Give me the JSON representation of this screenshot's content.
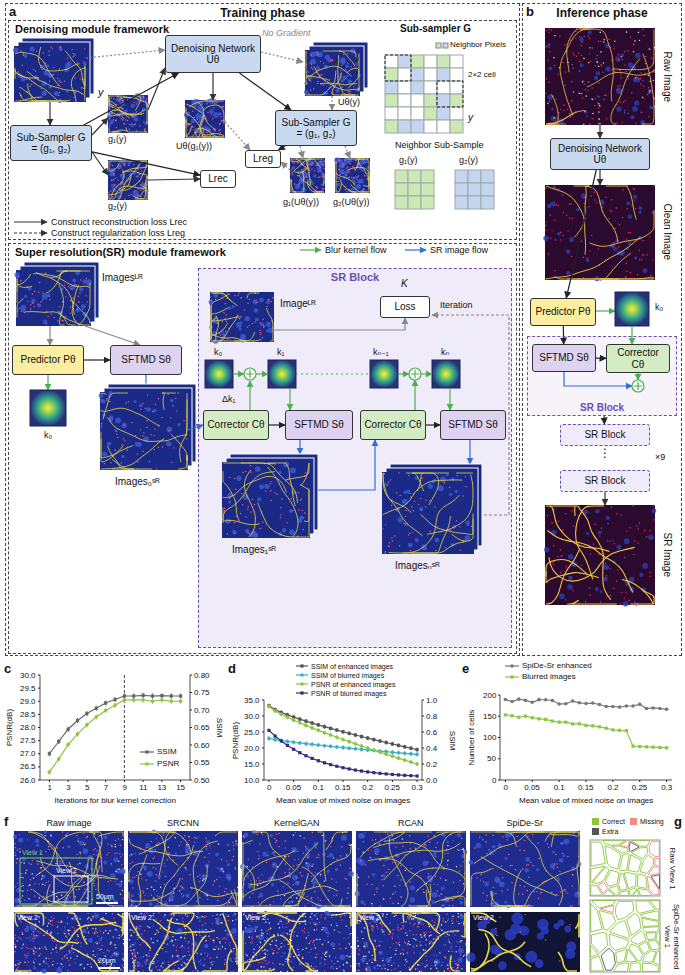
{
  "diagram": {
    "nodes": [
      {
        "text": [
          "Training phase"
        ]
      },
      {
        "text": [
          "Denoising module framework"
        ],
        "in": 0
      },
      {
        "text": [
          "Denoising Network Uθ"
        ],
        "in": 1
      },
      {
        "text": [
          "Sub-Sampler G = (g₁, g₂)"
        ],
        "in": 1
      },
      {
        "text": [
          "Sub-Sampler G = (g₁, g₂)"
        ],
        "in": 1
      },
      {
        "text": [
          "Lrec"
        ],
        "in": 1
      },
      {
        "text": [
          "Lreg"
        ],
        "in": 1
      },
      {
        "text": [
          "Super resolution(SR) module framework"
        ],
        "in": 0
      },
      {
        "text": [
          "Predictor Pθ"
        ],
        "in": 7
      },
      {
        "text": [
          "SFTMD Sθ"
        ],
        "in": 7
      },
      {
        "text": [
          "SR Block"
        ],
        "in": 7
      },
      {
        "text": [
          "Loss"
        ],
        "in": 10
      },
      {
        "text": [
          "Corrector Cθ"
        ],
        "in": 10
      },
      {
        "text": [
          "SFTMD Sθ"
        ],
        "in": 10
      },
      {
        "text": [
          "Corrector Cθ"
        ],
        "in": 10
      },
      {
        "text": [
          "SFTMD Sθ"
        ],
        "in": 10
      },
      {
        "text": [
          "Inference phase"
        ]
      },
      {
        "text": [
          "Denoising Network Uθ"
        ],
        "in": 16
      },
      {
        "text": [
          "Predictor Pθ"
        ],
        "in": 16
      },
      {
        "text": [
          "SR Block"
        ],
        "in": 16
      },
      {
        "text": [
          "SFTMD Sθ"
        ],
        "in": 19
      },
      {
        "text": [
          "Corrector Cθ"
        ],
        "in": 19
      },
      {
        "text": [
          "SR Block"
        ],
        "in": 16
      },
      {
        "text": [
          "SR Block"
        ],
        "in": 16
      }
    ],
    "edges": [
      {
        "from": 3,
        "to": 2,
        "arrow": "to"
      },
      {
        "from": 2,
        "to": 4,
        "arrow": "to"
      },
      {
        "from": 3,
        "to": 5,
        "arrow": "to"
      },
      {
        "from": 4,
        "to": 6,
        "arrow": "to"
      },
      {
        "from": 8,
        "to": 9,
        "arrow": "to"
      },
      {
        "from": 12,
        "to": 13,
        "arrow": "to"
      },
      {
        "from": 14,
        "to": 15,
        "arrow": "to"
      },
      {
        "from": 17,
        "to": 18,
        "arrow": "to"
      },
      {
        "from": 18,
        "to": 20,
        "arrow": "to"
      },
      {
        "from": 20,
        "to": 21,
        "arrow": "to"
      },
      {
        "from": 19,
        "to": 22,
        "arrow": "to"
      }
    ],
    "labels": [
      "a",
      "No Gradient",
      "y",
      "g₁(y)",
      "g₂(y)",
      "Uθ(g₁(y))",
      "Uθ(y)",
      "g₁(Uθ(y))",
      "g₂(Uθ(y))",
      "Sub-sampler G",
      "Neighbor Pixels",
      "2×2 cell",
      "y",
      "Neighbor Sub-Sample",
      "g₁(y)",
      "g₂(y)",
      "Imagesᴸᴿ",
      "k₀",
      "Images₀ˢᴿ",
      "Imageᴸᴿ",
      "K",
      "Iteration",
      "k₀",
      "k₁",
      "Δk₁",
      "kₙ₋₁",
      "kₙ",
      "Images₁ˢᴿ",
      "Imagesₙˢᴿ",
      "b",
      "Raw Image",
      "Clean Image",
      "k₀",
      "⋮",
      "×9",
      "SR Image",
      "c",
      "26.0",
      "26.5",
      "27.0",
      "27.5",
      "28.0",
      "28.5",
      "29.0",
      "29.5",
      "30.0",
      "0.50",
      "0.55",
      "0.60",
      "0.65",
      "0.70",
      "0.75",
      "0.80",
      "1",
      "3",
      "5",
      "7",
      "9",
      "11",
      "13",
      "15",
      "PSNR(dB)",
      "SSIM",
      "Iterations for blur kernel correction",
      "d",
      "10.0",
      "15.0",
      "20.0",
      "25.0",
      "30.0",
      "35.0",
      "0.0",
      "0.2",
      "0.4",
      "0.6",
      "0.8",
      "1.0",
      "0",
      "0.05",
      "0.1",
      "0.15",
      "0.2",
      "0.25",
      "0.3",
      "PSNR(dB)",
      "SSIM",
      "Mean value of mixed noise on images",
      "e",
      "0",
      "50",
      "100",
      "150",
      "200",
      "0",
      "0.05",
      "0.1",
      "0.15",
      "0.2",
      "0.25",
      "0.3",
      "Number of cells",
      "Mean value of mixed noise on images",
      "f",
      "Raw image",
      "SRCNN",
      "KernelGAN",
      "RCAN",
      "SpiDe-Sr",
      "View 1",
      "View 2",
      "50μm",
      "View 2",
      "View 2",
      "View 2",
      "View 2",
      "View 2",
      "20μm",
      "g",
      "Raw View 1",
      "SpiDe-Sr enhanced View 1"
    ],
    "legend": [
      {
        "text": "Construct reconstruction loss Lrec"
      },
      {
        "text": "Construct regularization loss Lreg"
      },
      {
        "text": "Blur kernel flow"
      },
      {
        "text": "SR image flow"
      },
      {
        "text": "SSIM"
      },
      {
        "text": "PSNR"
      },
      {
        "text": "SSIM of enhanced images"
      },
      {
        "text": "SSIM of blurred images"
      },
      {
        "text": "PSNR of enhanced images"
      },
      {
        "text": "PSNR of blurred images"
      },
      {
        "text": "SpiDe-Sr enhanced"
      },
      {
        "text": "Blurred images"
      },
      {
        "text": "Correct",
        "color": "#8cc63f"
      },
      {
        "text": "Missing",
        "color": "#f28b82"
      },
      {
        "text": "Extra",
        "color": "#555555"
      }
    ]
  }
}
